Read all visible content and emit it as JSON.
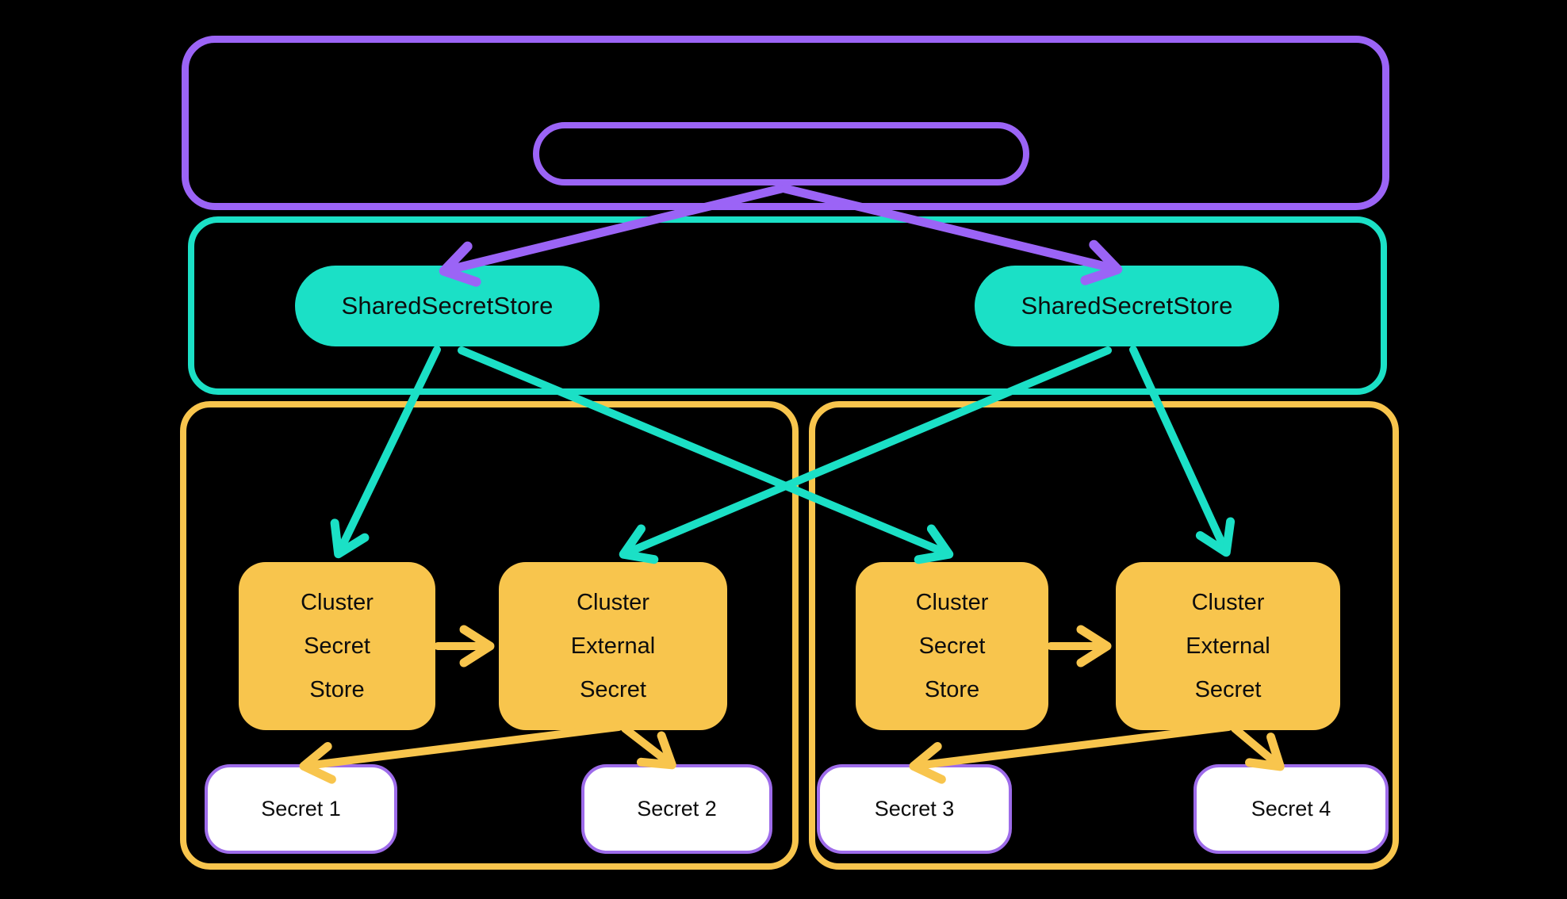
{
  "colors": {
    "background": "#000000",
    "purple": "#9B64F6",
    "teal": "#1BE0C6",
    "orange": "#F8C54D",
    "secret_fill": "#FFFFFF",
    "secret_border": "#9E6CEA",
    "label_text": "#0D0D0D"
  },
  "shared_stores": [
    {
      "label": "SharedSecretStore"
    },
    {
      "label": "SharedSecretStore"
    }
  ],
  "clusters": [
    {
      "secret_store": {
        "label": "Cluster\nSecret\nStore"
      },
      "external_secret": {
        "label": "Cluster\nExternal\nSecret"
      },
      "secrets": [
        {
          "label": "Secret 1"
        },
        {
          "label": "Secret 2"
        }
      ]
    },
    {
      "secret_store": {
        "label": "Cluster\nSecret\nStore"
      },
      "external_secret": {
        "label": "Cluster\nExternal\nSecret"
      },
      "secrets": [
        {
          "label": "Secret 3"
        },
        {
          "label": "Secret 4"
        }
      ]
    }
  ]
}
